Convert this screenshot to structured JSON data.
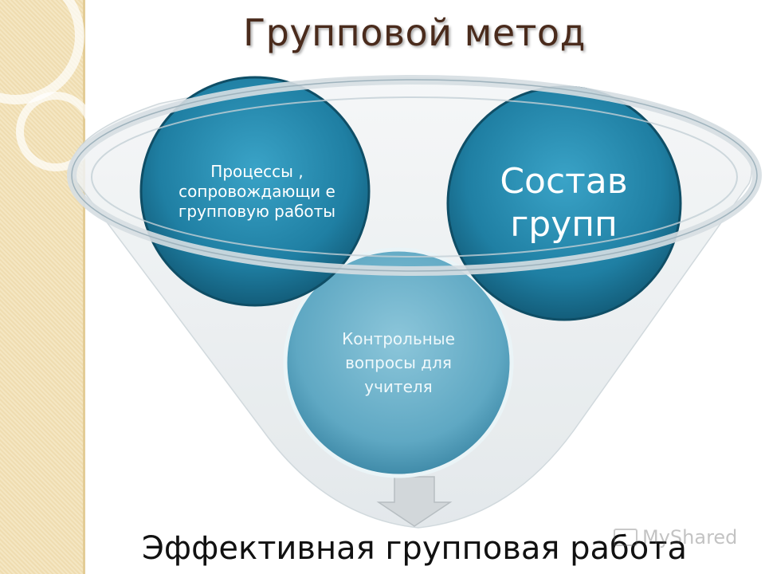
{
  "slide": {
    "title": "Групповой метод",
    "bottom_label": "Эффективная групповая работа"
  },
  "circles": {
    "left": "Процессы , сопровождающи е групповую работы",
    "right": "Состав групп",
    "middle": "Контрольные вопросы для учителя"
  },
  "watermark": {
    "text": "MyShared"
  },
  "colors": {
    "circle_dark": "#1b6f8f",
    "circle_light": "#3fa6c9",
    "middle_circle": "#6fb3cc",
    "funnel": "#e4e9ec",
    "title": "#4a2b1c",
    "side_strip": "#f4e6c2"
  }
}
